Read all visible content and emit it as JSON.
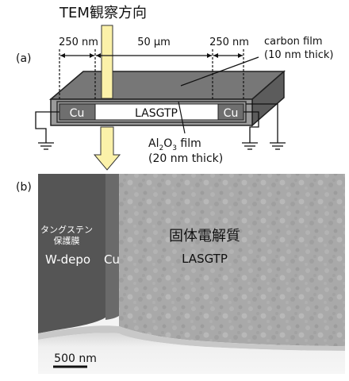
{
  "top": {
    "tem_direction": "TEM観察方向",
    "panel_a": "(a)",
    "dim_left": "250 nm",
    "dim_middle": "50 μm",
    "dim_right": "250 nm",
    "carbon_film_line1": "carbon film",
    "carbon_film_line2": "(10 nm thick)",
    "cu_left": "Cu",
    "lasgtp": "LASGTP",
    "cu_right": "Cu",
    "al2o3_al": "Al",
    "al2o3_sub2": "2",
    "al2o3_o": "O",
    "al2o3_sub3": "3",
    "al2o3_rest": " film",
    "al2o3_thick": "(20 nm thick)"
  },
  "bottom": {
    "panel_b": "(b)",
    "tungsten_line1": "タングステン",
    "tungsten_line2": "保護膜",
    "w_depo": "W-depo",
    "cu": "Cu",
    "solid_electrolyte": "固体電解質",
    "lasgtp": "LASGTP",
    "scale_bar": "500 nm"
  },
  "colors": {
    "box_top": "#777777",
    "box_front": "#9a9a9a",
    "box_side": "#5c5c5c",
    "arrow_fill": "#fbf1a9",
    "w_region": "#555555",
    "cu_band": "#6a6a6a",
    "lasgtp_region": "#aaaaaa",
    "vacuum": "#f2f2f2"
  }
}
